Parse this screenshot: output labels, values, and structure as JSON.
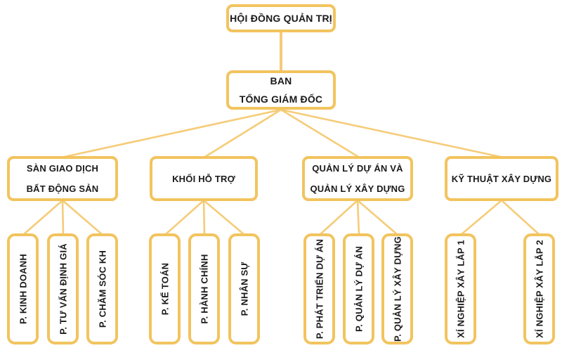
{
  "diagram": {
    "type": "org-chart",
    "language": "vi",
    "colors": {
      "box_border": "#F2C45F",
      "connector": "#F5CC78",
      "text": "#1A1A1A",
      "box_fill": "#FFFFFF",
      "background": "#FFFFFF"
    },
    "root": {
      "label": "HỘI ĐỒNG QUẢN TRỊ"
    },
    "executive": {
      "line1": "BAN",
      "line2": "TỔNG GIÁM ĐỐC"
    },
    "divisions": [
      {
        "line1": "SÀN GIAO DỊCH",
        "line2": "BẤT ĐỘNG SẢN",
        "children": [
          "P. KINH DOANH",
          "P. TƯ VẤN ĐỊNH GIÁ",
          "P. CHĂM SÓC KH"
        ]
      },
      {
        "line1": "KHỐI HỖ TRỢ",
        "children": [
          "P. KẾ TOÁN",
          "P. HÀNH CHÍNH",
          "P. NHÂN SỰ"
        ]
      },
      {
        "line1": "QUẢN LÝ DỰ ÁN VÀ",
        "line2": "QUẢN LÝ XÂY DỰNG",
        "children": [
          "P. PHÁT TRIỂN DỰ ÁN",
          "P. QUẢN LÝ DỰ ÁN",
          "P. QUẢN LÝ XÂY DỰNG"
        ]
      },
      {
        "line1": "KỸ THUẬT XÂY DỰNG",
        "children": [
          "XÍ NGHIỆP XÂY LẮP 1",
          "XÍ NGHIỆP XÂY LẮP 2"
        ]
      }
    ]
  }
}
